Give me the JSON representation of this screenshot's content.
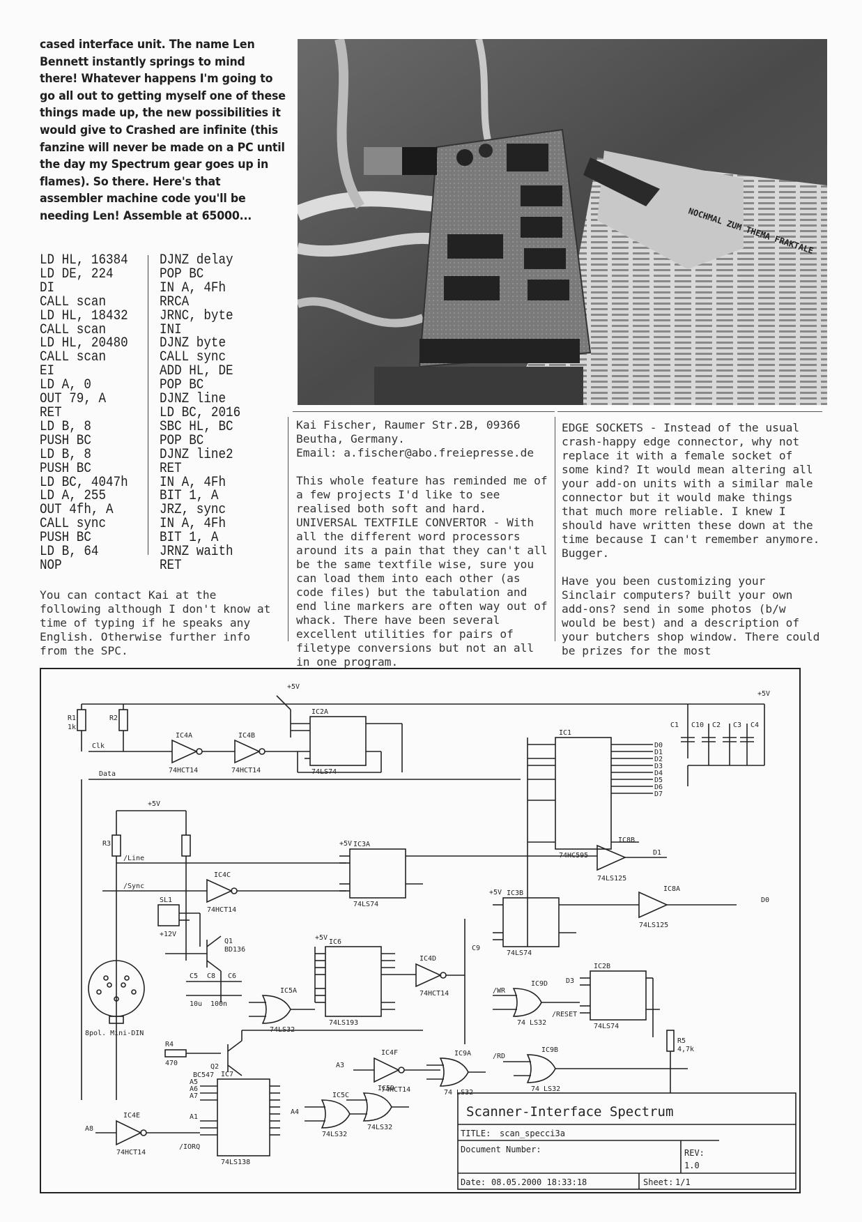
{
  "intro_text": "cased interface unit. The name Len Bennett instantly springs to mind there! Whatever happens I'm going to go all out to getting myself one of these things made up, the new possibilities it would give to Crashed are infinite (this fanzine will never be made on a PC until the day my Spectrum gear goes up in flames). So there. Here's that assembler machine code you'll be needing Len! Assemble at 65000...",
  "code_left": [
    "LD HL, 16384",
    "LD DE, 224",
    "DI",
    "CALL scan",
    "LD HL, 18432",
    "CALL scan",
    "LD HL, 20480",
    "CALL scan",
    "EI",
    "LD A, 0",
    "OUT 79, A",
    "RET",
    "LD B, 8",
    "PUSH BC",
    "LD B, 8",
    "PUSH BC",
    "LD BC, 4047h",
    "LD A, 255",
    "OUT 4fh, A",
    "CALL sync",
    "PUSH BC",
    "LD B, 64",
    "NOP"
  ],
  "code_right": [
    "DJNZ delay",
    "POP BC",
    "IN A, 4Fh",
    "RRCA",
    "JRNC, byte",
    "INI",
    "DJNZ byte",
    "CALL sync",
    "ADD HL, DE",
    "POP BC",
    "DJNZ line",
    "LD BC, 2016",
    "SBC HL, BC",
    "POP BC",
    "DJNZ line2",
    "RET",
    "IN A, 4Fh",
    "BIT 1, A",
    "JRZ, sync",
    "IN A, 4Fh",
    "BIT 1, A",
    "JRNZ waith",
    "RET"
  ],
  "contact_text": "You can contact Kai at the following although I don't know at time of typing if he speaks any English. Otherwise further info from the SPC.",
  "address_lines": [
    "Kai Fischer, Raumer Str.2B, 09366",
    "Beutha, Germany.",
    "Email: a.fischer@abo.freiepresse.de"
  ],
  "projects_text": "This whole feature has reminded me of a few projects I'd like to see realised both soft and hard. UNIVERSAL TEXTFILE CONVERTOR - With all the different word processors around its a pain that they can't all be the same textfile wise, sure you can load them into each other (as code files) but the tabulation and end line markers are often way out of whack. There have been several excellent utilities for pairs of filetype conversions but not an all in one program.",
  "edge_text": "EDGE SOCKETS - Instead of the usual crash-happy edge connector, why not replace it with a female socket of some kind? It would mean altering all your add-on units with a similar male connector but it would make things that much more reliable. I knew I should have written these down at the time because I can't remember anymore. Bugger.",
  "custom_text": "Have you been customizing your Sinclair computers? built your own add-ons? send in some photos (b/w would be best) and a description of your butchers shop window. There could be prizes for the most",
  "photo_label": "NOCHMAL ZUM THEMA FRAKTALE",
  "schematic": {
    "title_block": {
      "project": "Scanner-Interface Spectrum",
      "title_label": "TITLE:",
      "title_value": "scan_specci3a",
      "docnum_label": "Document Number:",
      "rev_label": "REV:",
      "rev_value": "1.0",
      "date_label": "Date:",
      "date_value": "08.05.2000 18:33:18",
      "sheet_label": "Sheet:",
      "sheet_value": "1/1"
    },
    "power": [
      "+5V",
      "+5V",
      "+5V",
      "+5V",
      "+5V",
      "+5V",
      "+12V"
    ],
    "signals": [
      "Clk",
      "Data",
      "/Line",
      "/Sync",
      "/WR",
      "/RESET",
      "/RD",
      "/IORQ",
      "A3",
      "A4",
      "A5",
      "A6",
      "A7",
      "A8",
      "A1",
      "D0",
      "D1",
      "D3",
      "D0",
      "D1",
      "D2",
      "D3",
      "D4",
      "D5",
      "D6",
      "D7"
    ],
    "chips": [
      {
        "ref": "IC4A",
        "part": "74HCT14"
      },
      {
        "ref": "IC4B",
        "part": "74HCT14"
      },
      {
        "ref": "IC2A",
        "part": "74LS74"
      },
      {
        "ref": "IC1",
        "part": "74HC595"
      },
      {
        "ref": "IC3A",
        "part": "74LS74"
      },
      {
        "ref": "IC4C",
        "part": "74HCT14"
      },
      {
        "ref": "IC3B",
        "part": "74LS74"
      },
      {
        "ref": "IC8B",
        "part": "74LS125"
      },
      {
        "ref": "IC8A",
        "part": "74LS125"
      },
      {
        "ref": "IC6",
        "part": "74LS193"
      },
      {
        "ref": "IC4D",
        "part": "74HCT14"
      },
      {
        "ref": "IC5A",
        "part": "74LS32"
      },
      {
        "ref": "IC2B",
        "part": "74LS74"
      },
      {
        "ref": "IC9D",
        "part": "74 LS32"
      },
      {
        "ref": "IC4F",
        "part": "74HCT14"
      },
      {
        "ref": "IC9A",
        "part": "74 LS32"
      },
      {
        "ref": "IC9B",
        "part": "74 LS32"
      },
      {
        "ref": "IC7",
        "part": "74LS138"
      },
      {
        "ref": "IC5C",
        "part": "74LS32"
      },
      {
        "ref": "IC5D",
        "part": "74LS32"
      },
      {
        "ref": "IC4E",
        "part": "74HCT14"
      }
    ],
    "parts": [
      "R1",
      "R2",
      "R3",
      "R4",
      "R5",
      "Q1",
      "BD136",
      "Q2",
      "BC547",
      "SL1",
      "8pol. Mini-DIN",
      "C1",
      "C2",
      "C3",
      "C4",
      "C5",
      "C6",
      "C8",
      "C9",
      "C10",
      "10u",
      "100n",
      "1k",
      "470",
      "4,7k"
    ]
  }
}
